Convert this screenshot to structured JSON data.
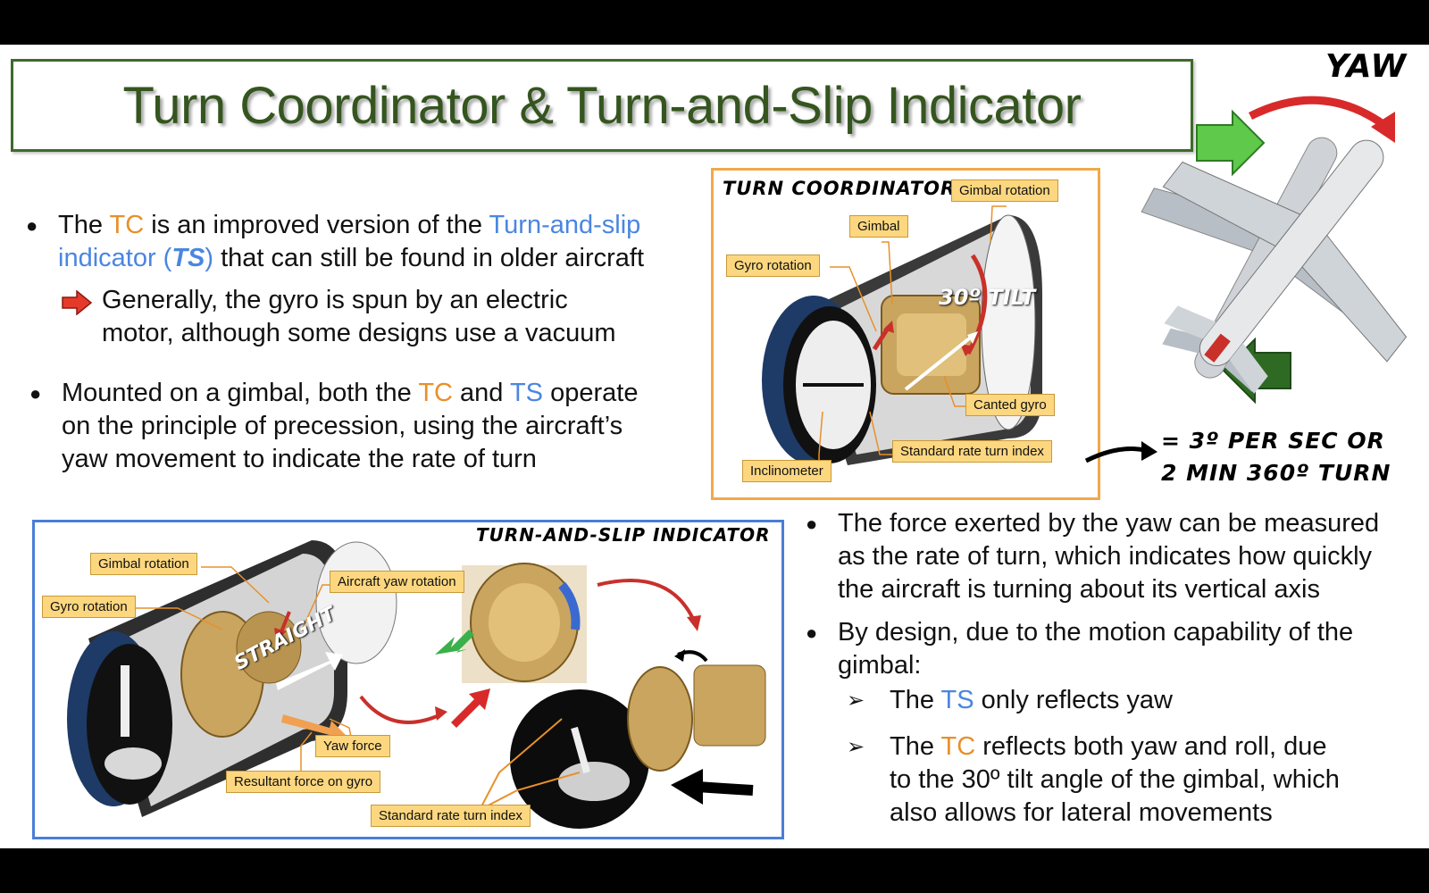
{
  "title": "Turn Coordinator & Turn-and-Slip Indicator",
  "bullet1": {
    "p1": "The ",
    "tc": "TC",
    "p2": " is an improved version of the ",
    "ts_name_a": "Turn-and-slip",
    "ts_name_b": "indicator (",
    "ts_abbr": "TS",
    "p3": ")",
    "p4": " that can still be found in older aircraft"
  },
  "sub1": {
    "line1": "Generally, the gyro is spun by an electric",
    "line2": "motor, although some designs use a vacuum"
  },
  "bullet2": {
    "p1": "Mounted on a gimbal, both the ",
    "tc": "TC",
    "p2": " and ",
    "ts": "TS",
    "p3": " operate",
    "line2": "on the principle of precession, using the aircraft’s",
    "line3": "yaw movement to indicate the rate of turn"
  },
  "bullet3": {
    "line1": "The force exerted by the yaw can be measured",
    "line2": "as the rate of turn, which indicates how quickly",
    "line3": "the aircraft is turning about its vertical axis"
  },
  "bullet4": {
    "line1": "By design, due to the motion capability of the",
    "line2": "gimbal:"
  },
  "sub2": {
    "p1": "The ",
    "ts": "TS",
    "p2": " only reflects yaw"
  },
  "sub3": {
    "p1": "The ",
    "tc": "TC",
    "p2": " reflects both yaw and roll, due",
    "line2": "to the 30º tilt angle of the gimbal, which",
    "line3": "also allows for  lateral movements"
  },
  "tc_panel": {
    "title": "Turn coordinator",
    "tilt_note": "30º Tilt",
    "labels": {
      "gimbal_rotation": "Gimbal rotation",
      "gimbal": "Gimbal",
      "gyro_rotation": "Gyro rotation",
      "canted_gyro": "Canted gyro",
      "standard_rate": "Standard rate turn index",
      "inclinometer": "Inclinometer"
    }
  },
  "ts_panel": {
    "title": "Turn-and-slip indicator",
    "straight_note": "Straight",
    "labels": {
      "gimbal_rotation": "Gimbal rotation",
      "gyro_rotation": "Gyro rotation",
      "aircraft_yaw": "Aircraft yaw rotation",
      "yaw_force": "Yaw force",
      "resultant": "Resultant force on gyro",
      "standard_rate": "Standard rate turn index"
    }
  },
  "yaw_label": "Yaw",
  "rate_note": {
    "line1": "= 3º per sec or",
    "line2": "2 min 360º turn"
  },
  "colors": {
    "title": "#35551f",
    "tc": "#e8902a",
    "ts": "#4a86e0",
    "tc_border": "#f0a94a",
    "ts_border": "#4a7ed8",
    "label_fill": "#fcd77f"
  }
}
